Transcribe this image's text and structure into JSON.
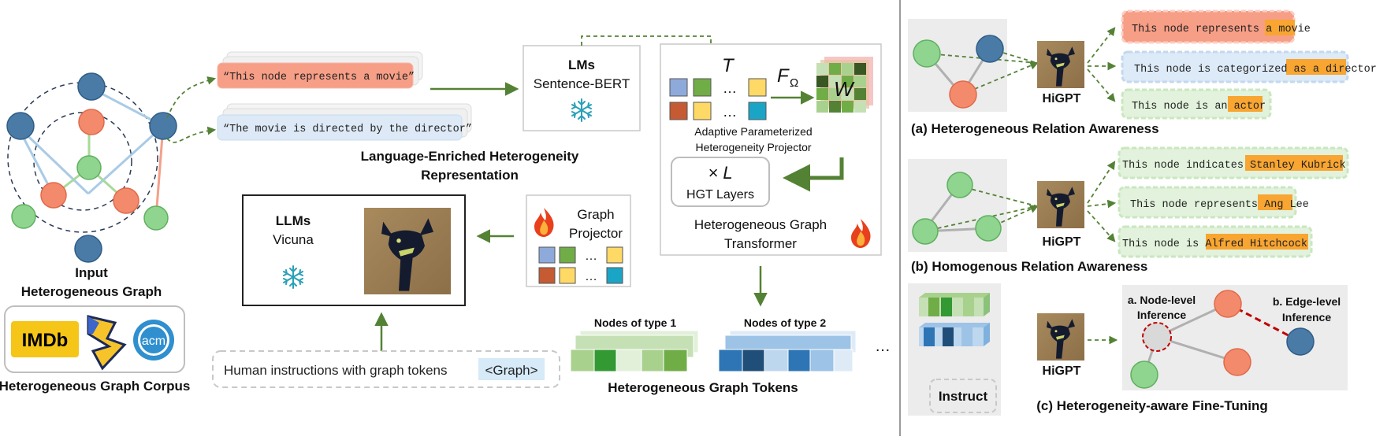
{
  "input_graph": {
    "label_line1": "Input",
    "label_line2": "Heterogeneous Graph"
  },
  "corpus": {
    "label": "Heterogeneous Graph Corpus",
    "logos": {
      "imdb": "IMDb",
      "acm": "acm"
    }
  },
  "text_inputs": {
    "movie": "“This node represents a movie”",
    "director": "“The movie is directed by the director”"
  },
  "representation": {
    "line1": "Language-Enriched Heterogeneity",
    "line2": "Representation"
  },
  "lm_box": {
    "title": "LMs",
    "model": "Sentence-BERT"
  },
  "hgt": {
    "T_symbol": "T",
    "F_symbol": "F",
    "F_subscript": "Ω",
    "W_symbol": "W",
    "projector_line1": "Adaptive Parameterized",
    "projector_line2": "Heterogeneity Projector",
    "layers_times": "× L",
    "layers_label": "HGT Layers",
    "title_line1": "Heterogeneous Graph",
    "title_line2": "Transformer",
    "ellipsis": "…"
  },
  "graph_projector": {
    "line1": "Graph",
    "line2": "Projector",
    "ellipsis": "…"
  },
  "llm_box": {
    "title": "LLMs",
    "model": "Vicuna"
  },
  "instruction": {
    "text": "Human instructions with graph tokens",
    "token": "<Graph>"
  },
  "tokens": {
    "type1": "Nodes of type 1",
    "type2": "Nodes of type 2",
    "ellipsis": "…",
    "label": "Heterogeneous Graph Tokens"
  },
  "panel_a": {
    "model": "HiGPT",
    "caption": "(a) Heterogeneous Relation Awareness",
    "outputs": [
      {
        "prefix": "This node represents a ",
        "highlight": "movie"
      },
      {
        "prefix": "This node is categorized as a ",
        "highlight": "director"
      },
      {
        "prefix": "This node is an ",
        "highlight": "actor"
      }
    ]
  },
  "panel_b": {
    "model": "HiGPT",
    "caption": "(b) Homogenous Relation Awareness",
    "outputs": [
      {
        "prefix": "This node indicates ",
        "highlight": "Stanley Kubrick"
      },
      {
        "prefix": "This node represents ",
        "highlight": "Ang Lee"
      },
      {
        "prefix": "This node is ",
        "highlight": "Alfred Hitchcock"
      }
    ]
  },
  "panel_c": {
    "instruct": "Instruct",
    "model": "HiGPT",
    "node_level_line1": "a. Node-level",
    "node_level_line2": "Inference",
    "edge_level_line1": "b. Edge-level",
    "edge_level_line2": "Inference",
    "caption": "(c) Heterogeneity-aware Fine-Tuning"
  },
  "colors": {
    "blue_node": "#4a7ba7",
    "orange_node": "#f48a6c",
    "green_node": "#8fd48f",
    "arrow_green": "#548235",
    "highlight": "#f8a531",
    "token_blue": "#d6eaf8"
  }
}
